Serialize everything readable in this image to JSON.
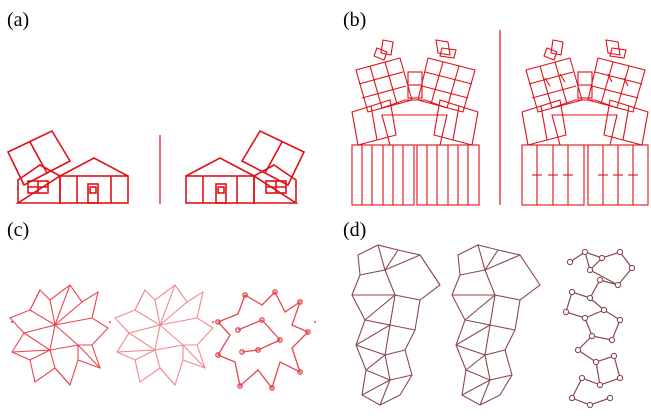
{
  "panels": {
    "a": {
      "label": "(a)"
    },
    "b": {
      "label": "(b)"
    },
    "c": {
      "label": "(c)"
    },
    "d": {
      "label": "(d)"
    }
  },
  "colors": {
    "house_red": "#e0101a",
    "net_red": "#e8474f",
    "net_pink": "#f08a90",
    "net_brown": "#8a4a4e",
    "divider": "#e0101a"
  }
}
